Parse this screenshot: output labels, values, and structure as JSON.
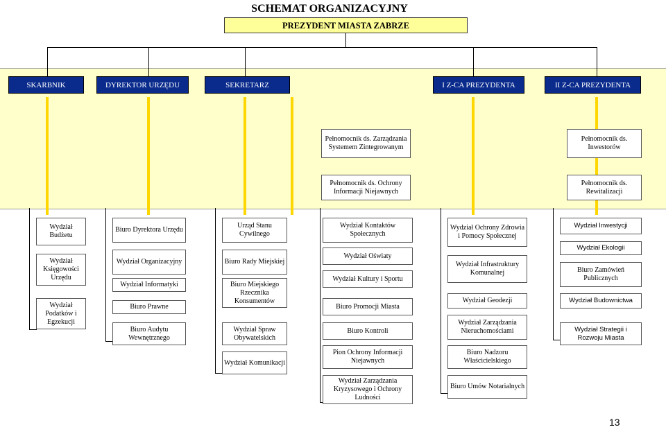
{
  "title": "SCHEMAT ORGANIZACYJNY",
  "president": "PREZYDENT MIASTA ZABRZE",
  "top_units": [
    "SKARBNIK",
    "DYREKTOR URZĘDU",
    "SEKRETARZ",
    "I Z-CA PREZYDENTA",
    "II Z-CA PREZYDENTA"
  ],
  "plenipotentiaries": {
    "p1": "Pełnomocnik ds. Zarządzania Systemem Zintegrowanym",
    "p2": "Pełnomocnik ds. Ochrony Informacji Niejawnych",
    "p3": "Pełnomocnik ds. Inwestorów",
    "p4": "Pełnomocnik ds. Rewitalizacji"
  },
  "columns": {
    "c1": [
      "Wydział Budżetu",
      "Wydział Księgowości Urzędu",
      "Wydział Podatków i Egzekucji"
    ],
    "c2": [
      "Biuro Dyrektora Urzędu",
      "Wydział Organizacyjny",
      "Wydział Informatyki",
      "Biuro Prawne",
      "Biuro Audytu Wewnętrznego"
    ],
    "c3": [
      "Urząd Stanu Cywilnego",
      "Biuro Rady Miejskiej",
      "Biuro Miejskiego Rzecznika Konsumentów",
      "Wydział Spraw Obywatelskich",
      "Wydział Komunikacji"
    ],
    "c4": [
      "Wydział Kontaktów Społecznych",
      "Wydział Oświaty",
      "Wydział Kultury i Sportu",
      "Biuro Promocji Miasta",
      "Biuro Kontroli",
      "Pion Ochrony Informacji Niejawnych",
      "Wydział Zarządzania Kryzysowego i Ochrony Ludności"
    ],
    "c5": [
      "Wydział Ochrony Zdrowia i Pomocy Społecznej",
      "Wydział Infrastruktury Komunalnej",
      "Wydział Geodezji",
      "Wydział Zarządzania Nieruchomościami",
      "Biuro Nadzoru Właścicielskiego",
      "Biuro Umów Notarialnych"
    ],
    "c6": [
      "Wydział Inwestycji",
      "Wydział Ekologii",
      "Biuro Zamówień Publicznych",
      "Wydział Budownictwa",
      "Wydział Strategii i Rozwoju Miasta"
    ]
  },
  "page_number": "13"
}
